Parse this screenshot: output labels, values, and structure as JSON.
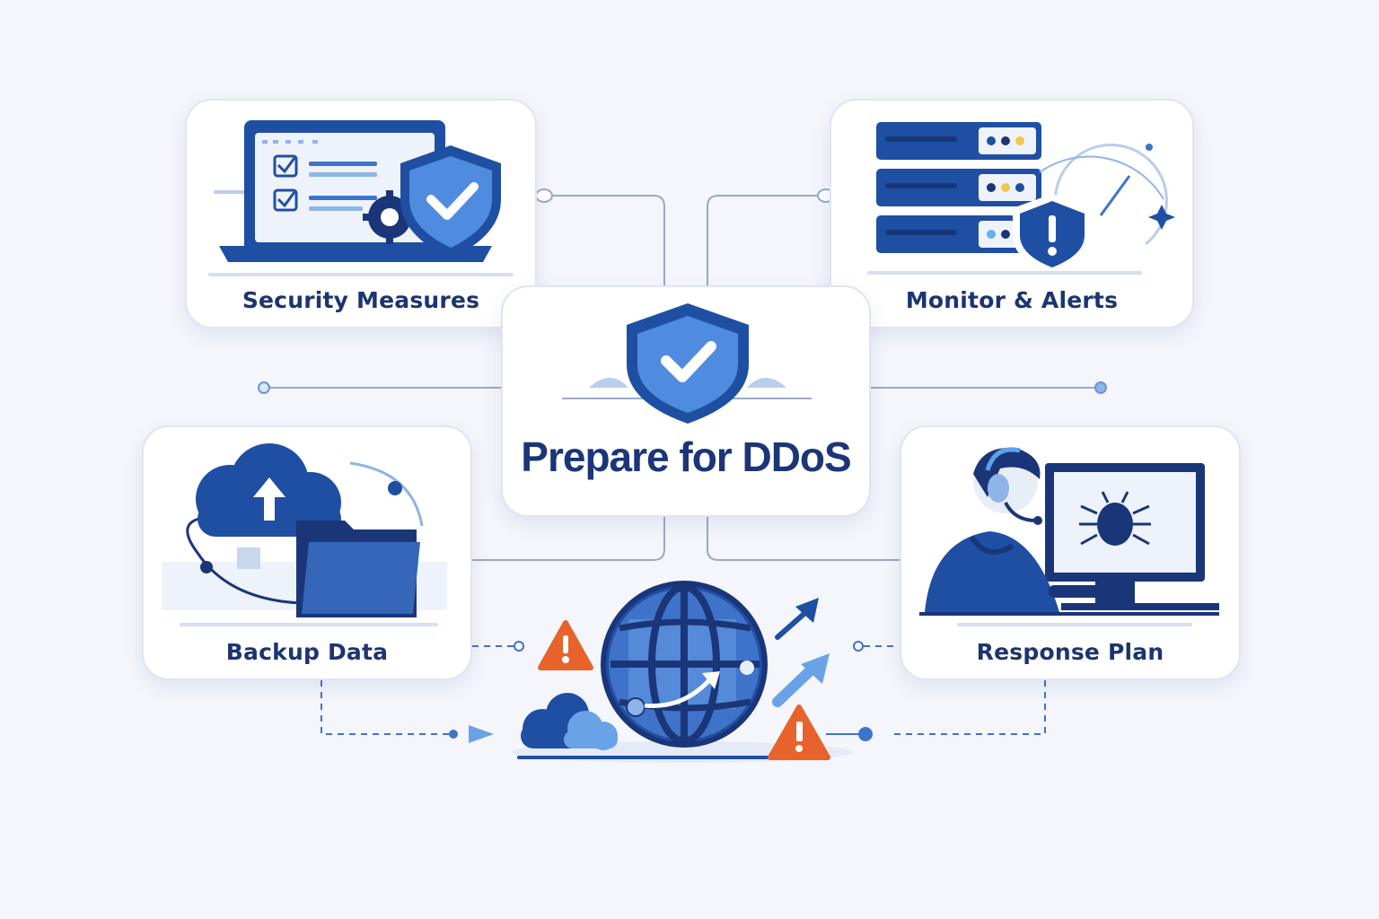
{
  "diagram": {
    "center": {
      "title": "Prepare for DDoS",
      "icon": "shield-check-icon"
    },
    "nodes": [
      {
        "id": "security-measures",
        "label": "Security Measures",
        "icon": "laptop-shield-icon"
      },
      {
        "id": "monitor-alerts",
        "label": "Monitor & Alerts",
        "icon": "server-radar-icon"
      },
      {
        "id": "backup-data",
        "label": "Backup Data",
        "icon": "cloud-folder-icon"
      },
      {
        "id": "response-plan",
        "label": "Response Plan",
        "icon": "analyst-monitor-icon"
      }
    ],
    "bottom_icons": [
      "globe-icon",
      "warning-icon",
      "cloud-icon",
      "arrow-icon"
    ]
  },
  "colors": {
    "primary": "#1f4fa3",
    "dark": "#1b3579",
    "light": "#8fb4e8",
    "warning": "#e8622c",
    "background": "#f4f6fb",
    "card_border": "#dfe5f1"
  }
}
